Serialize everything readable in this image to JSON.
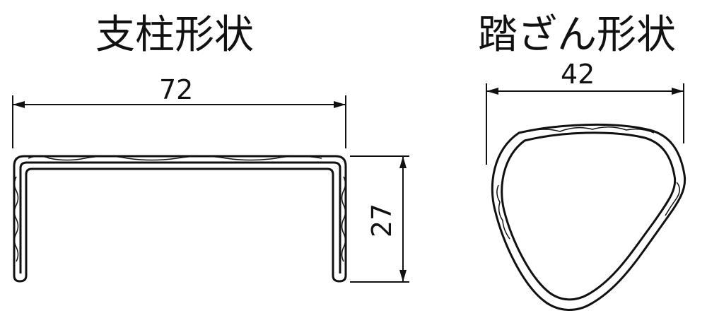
{
  "labels": {
    "left_title": "支柱形状",
    "right_title": "踏ざん形状",
    "left_width": "72",
    "left_height": "27",
    "right_width": "42"
  }
}
